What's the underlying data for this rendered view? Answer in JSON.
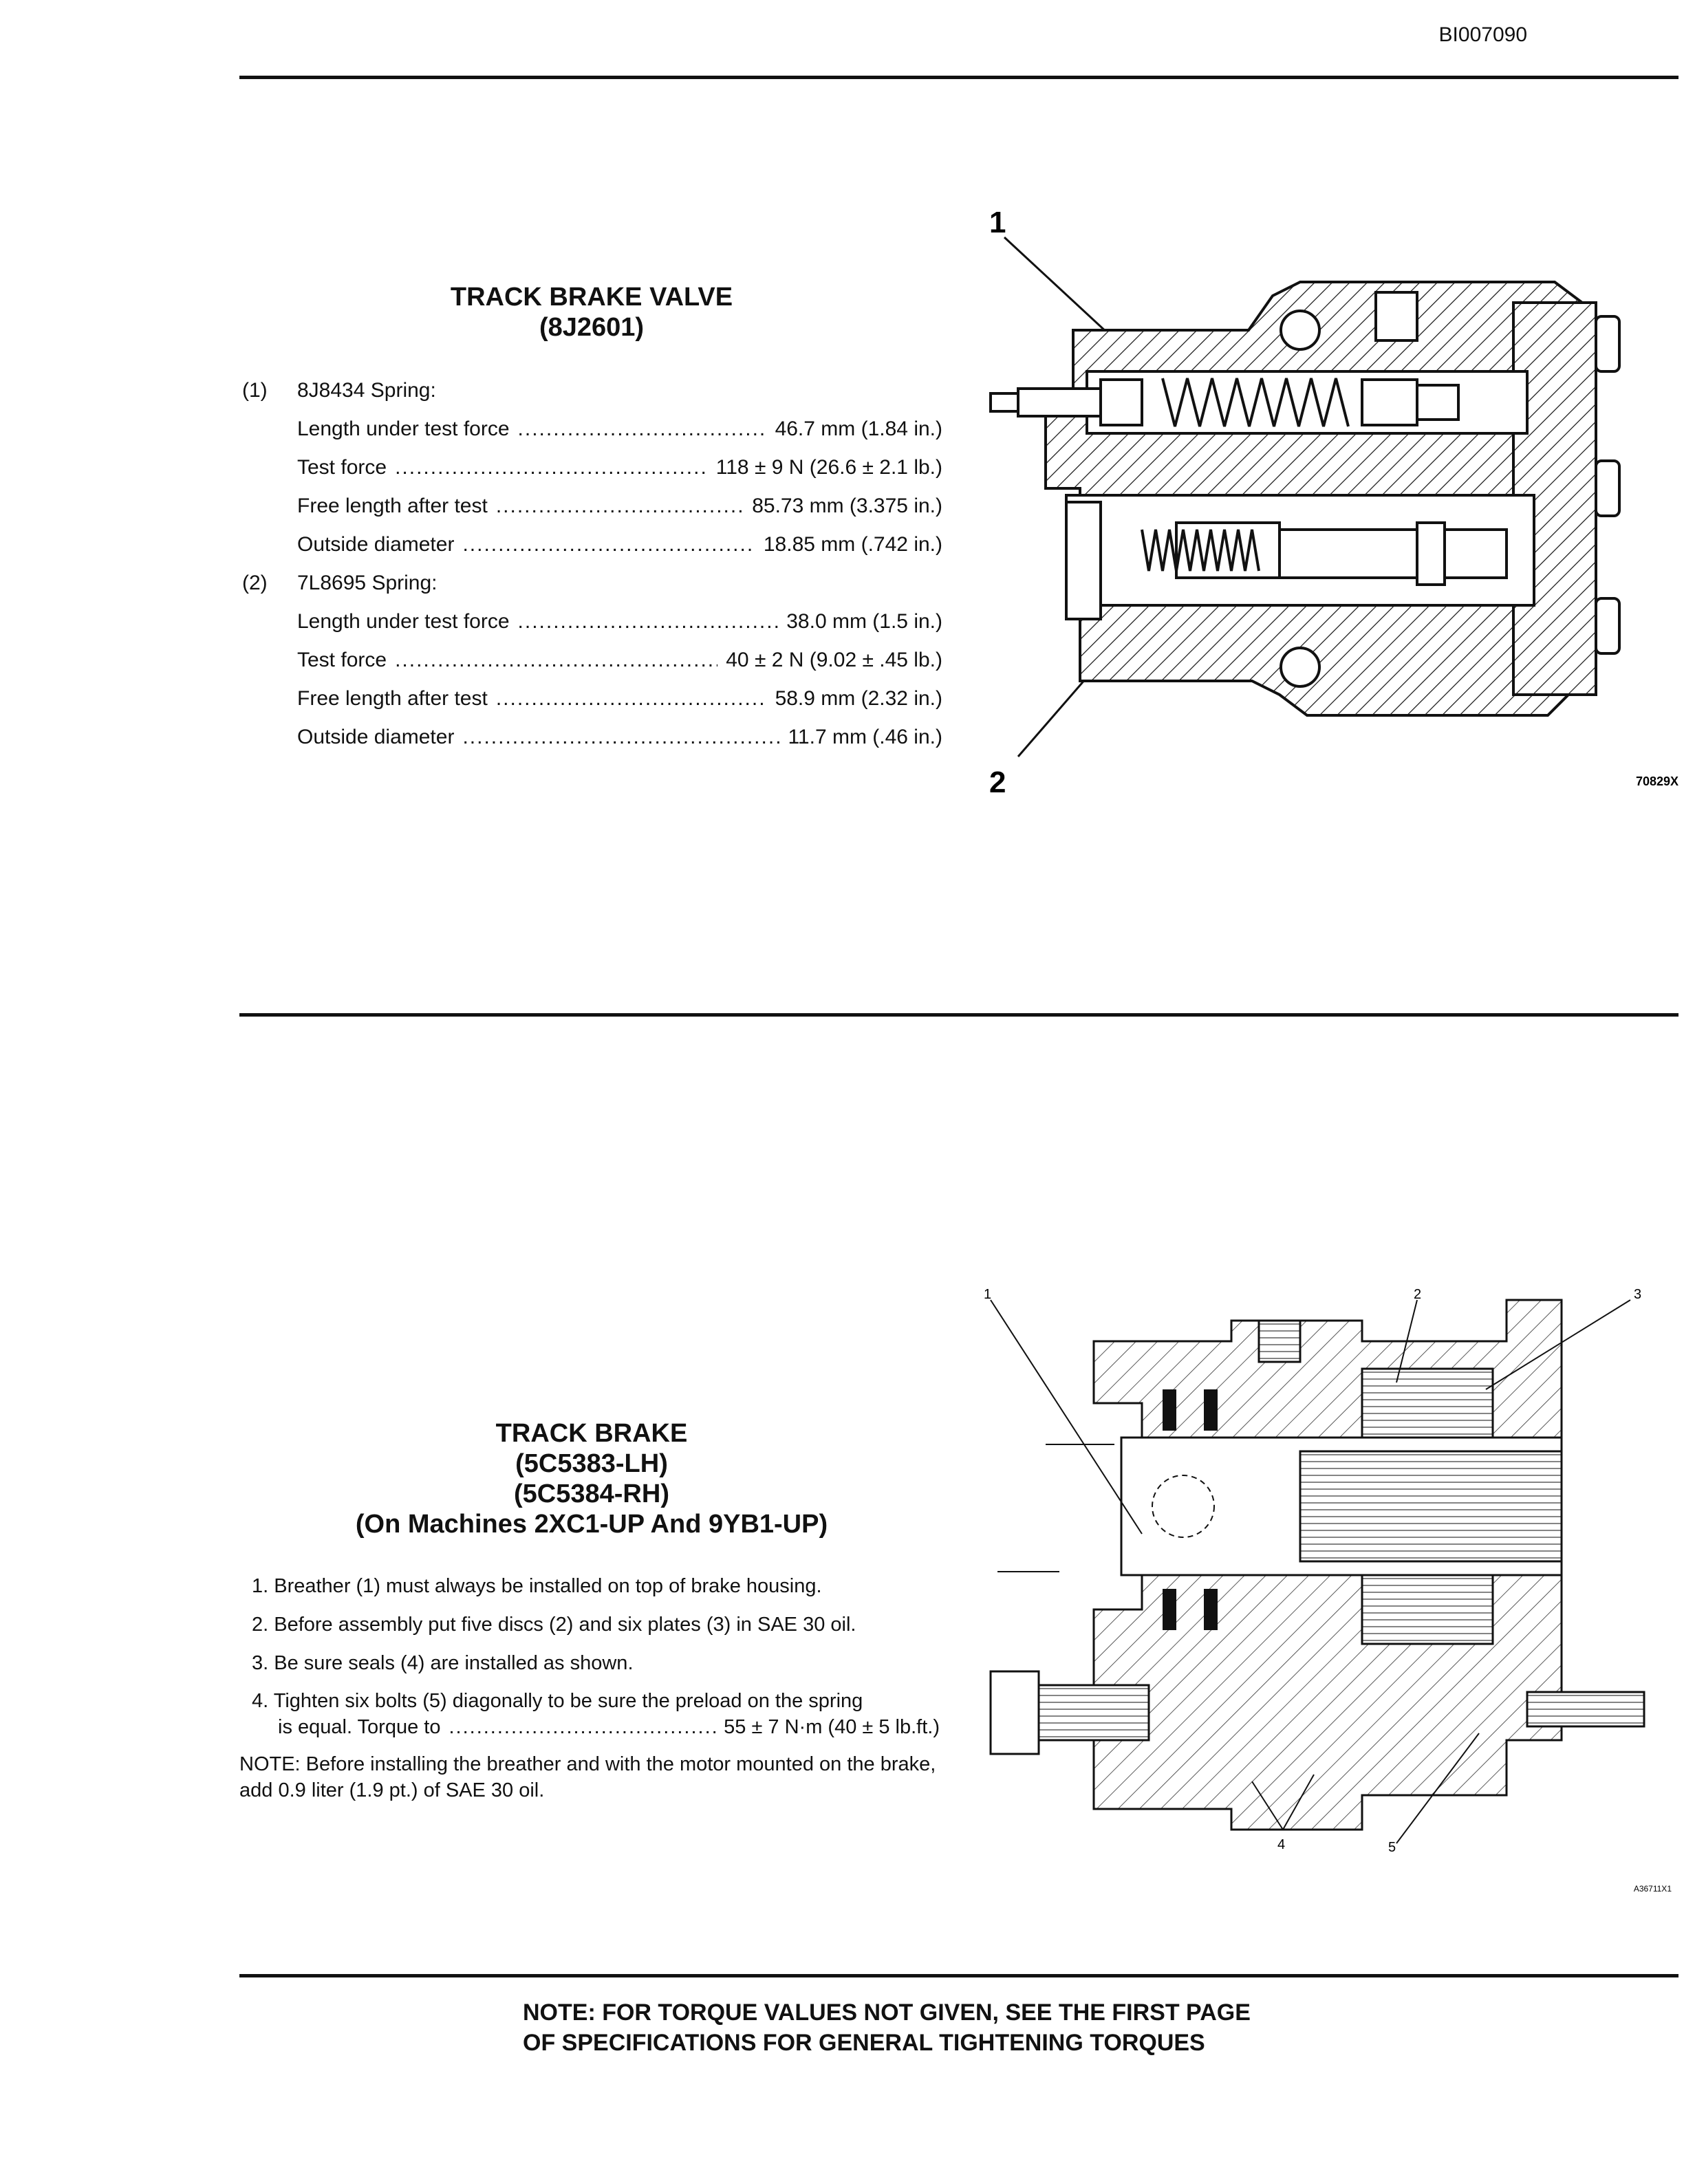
{
  "doc_id": "BI007090",
  "valve": {
    "title": "TRACK BRAKE VALVE",
    "part": "(8J2601)",
    "springs": [
      {
        "num": "(1)",
        "name": "8J8434 Spring:",
        "specs": [
          {
            "label": "Length under test force",
            "value": "46.7 mm (1.84 in.)"
          },
          {
            "label": "Test force",
            "value": "118 ± 9 N (26.6 ± 2.1 lb.)"
          },
          {
            "label": "Free length after test",
            "value": "85.73 mm (3.375 in.)"
          },
          {
            "label": "Outside diameter",
            "value": "18.85 mm (.742 in.)"
          }
        ]
      },
      {
        "num": "(2)",
        "name": "7L8695 Spring:",
        "specs": [
          {
            "label": "Length under test force",
            "value": "38.0 mm (1.5 in.)"
          },
          {
            "label": "Test force",
            "value": "40 ± 2 N (9.02 ± .45 lb.)"
          },
          {
            "label": "Free length after test",
            "value": "58.9 mm (2.32 in.)"
          },
          {
            "label": "Outside diameter",
            "value": "11.7 mm (.46 in.)"
          }
        ]
      }
    ],
    "figure": {
      "callout_1": "1",
      "callout_2": "2",
      "fig_id": "70829X"
    }
  },
  "brake": {
    "title": "TRACK BRAKE",
    "part_lh": "(5C5383-LH)",
    "part_rh": "(5C5384-RH)",
    "machines": "(On Machines 2XC1-UP And 9YB1-UP)",
    "steps": [
      "1. Breather (1) must always be installed on top of brake housing.",
      "2. Before assembly put five discs (2) and six plates (3) in SAE 30 oil.",
      "3. Be sure seals (4) are installed as shown."
    ],
    "step4_line1": "4. Tighten six bolts (5) diagonally to be sure the preload on the spring",
    "step4_line2_label": "is equal. Torque to",
    "step4_line2_value": "55 ± 7 N·m (40 ± 5 lb.ft.)",
    "note": "NOTE: Before installing the breather and with the motor mounted on the brake, add 0.9 liter (1.9 pt.) of SAE 30 oil.",
    "figure": {
      "c1": "1",
      "c2": "2",
      "c3": "3",
      "c4": "4",
      "c5": "5",
      "fig_id": "A36711X1"
    }
  },
  "footer": {
    "line1": "NOTE: FOR TORQUE VALUES NOT GIVEN, SEE THE FIRST PAGE",
    "line2": "OF SPECIFICATIONS FOR GENERAL TIGHTENING TORQUES"
  }
}
